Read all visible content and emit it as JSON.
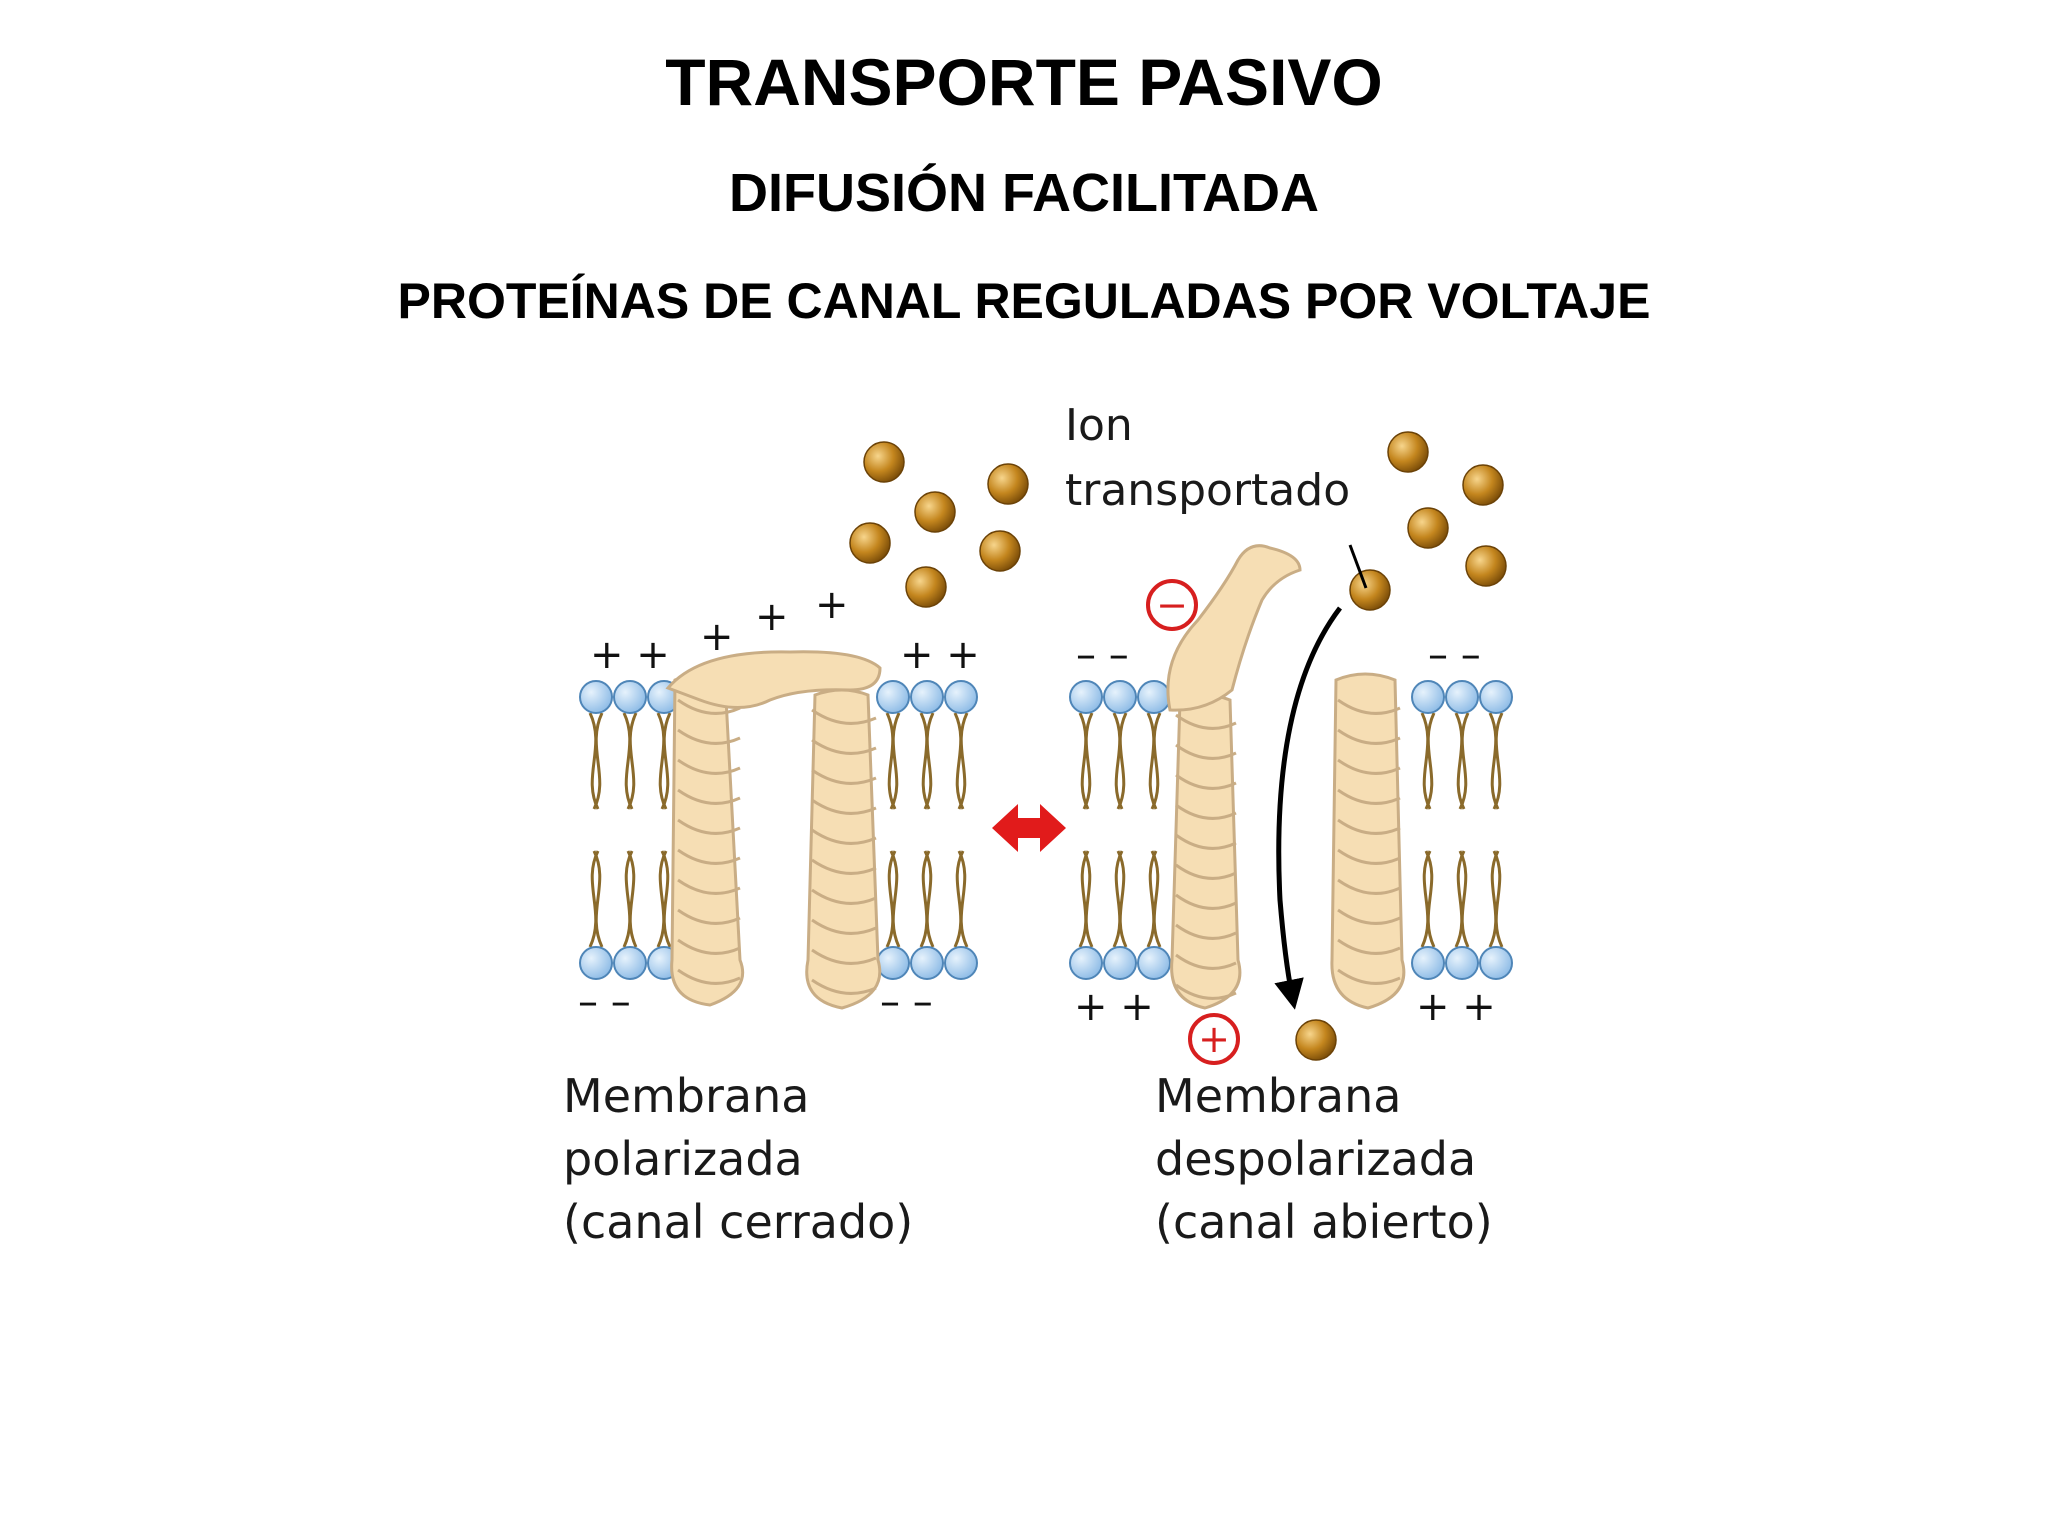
{
  "header": {
    "title": "TRANSPORTE PASIVO",
    "subtitle": "DIFUSIÓN FACILITADA",
    "subtitle2": "PROTEÍNAS DE CANAL REGULADAS POR VOLTAJE"
  },
  "diagram": {
    "ion_label_line1": "Ion",
    "ion_label_line2": "transportado",
    "left_caption": [
      "Membrana",
      "polarizada",
      "(canal cerrado)"
    ],
    "right_caption": [
      "Membrana",
      "despolarizada",
      "(canal abierto)"
    ],
    "left_top_charges": [
      "+ +",
      "+",
      "+",
      "+",
      "+ +"
    ],
    "left_bottom_charges": [
      "– –",
      "– –"
    ],
    "right_top_charges": [
      "– –",
      "– –"
    ],
    "right_bottom_charges": [
      "+ +",
      "+ +"
    ],
    "gate_charge_top": "−",
    "gate_charge_bottom": "+",
    "colors": {
      "protein": "#f6deb4",
      "protein_stroke": "#c9ad85",
      "head": "#a9cdee",
      "head_stroke": "#4f86b8",
      "tail": "#8a6a2b",
      "ion": "#c4861e",
      "arrow_red": "#e11b1b"
    }
  }
}
